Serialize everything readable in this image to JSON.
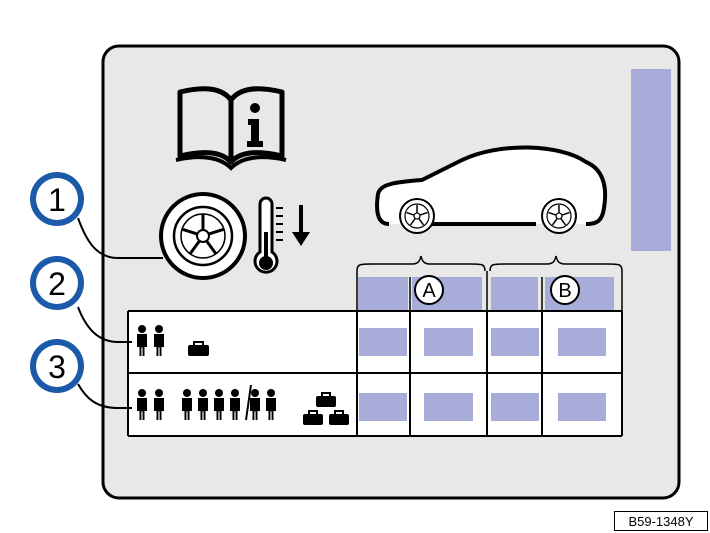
{
  "figure_code": "B59-1348Y",
  "callouts": [
    "1",
    "2",
    "3"
  ],
  "axles": [
    "A",
    "B"
  ],
  "icons": {
    "manual": "book-info-icon",
    "tire": "tire-icon",
    "thermometer": "cold-thermometer-icon",
    "car": "car-side-icon",
    "persons": "person-icon",
    "luggage": "luggage-icon"
  },
  "colors": {
    "frame_fill": "#e8e8e8",
    "value_fill": "#a7acd9",
    "callout_fill": "#1b5aa8",
    "callout_inner": "#ffffff",
    "line": "#000000"
  }
}
